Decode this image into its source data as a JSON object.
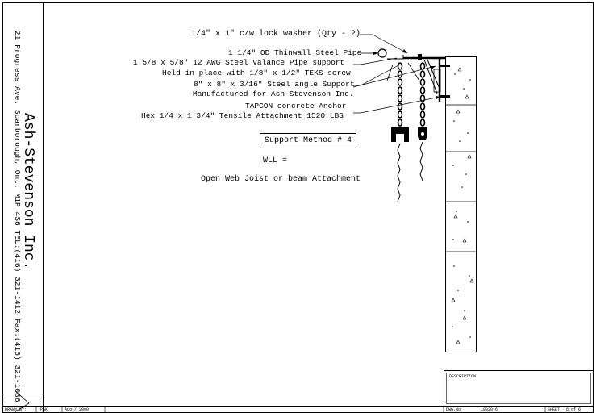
{
  "company": {
    "name": "Ash-Stevenson Inc.",
    "address": "21 Progress Ave. Scarborough, Ont. M1P 4S6 TEL:(416) 321-1412 Fax:(416) 321-1086"
  },
  "callouts": [
    "1/4\" x 1\" c/w lock washer (Qty - 2)",
    "1 1/4\" OD Thinwall Steel Pipe",
    "1 5/8 x 5/8\" 12 AWG Steel Valance Pipe support",
    "Held in place with 1/8\" x 1/2\" TEKS screw",
    "8\" x 8\" x 3/16\" Steel angle Support",
    "Manufactured for Ash-Stevenson Inc.",
    "TAPCON concrete Anchor",
    "Hex 1/4 x 1 3/4\" Tensile Attachment 1520 LBS"
  ],
  "support_method": "Support Method # 4",
  "wll": "WLL =",
  "attachment_note": "Open Web Joist or beam Attachment",
  "title_block": {
    "description_label": "DESCRIPTION",
    "drawn_by": "DRAWN BY:",
    "drawn_val": "PAK",
    "date": "Aug / 2000",
    "dwg_label": "DWG.No",
    "dwg_no": "L0020-6",
    "sheet_label": "SHEET",
    "sheet_val": "6 of 6"
  }
}
